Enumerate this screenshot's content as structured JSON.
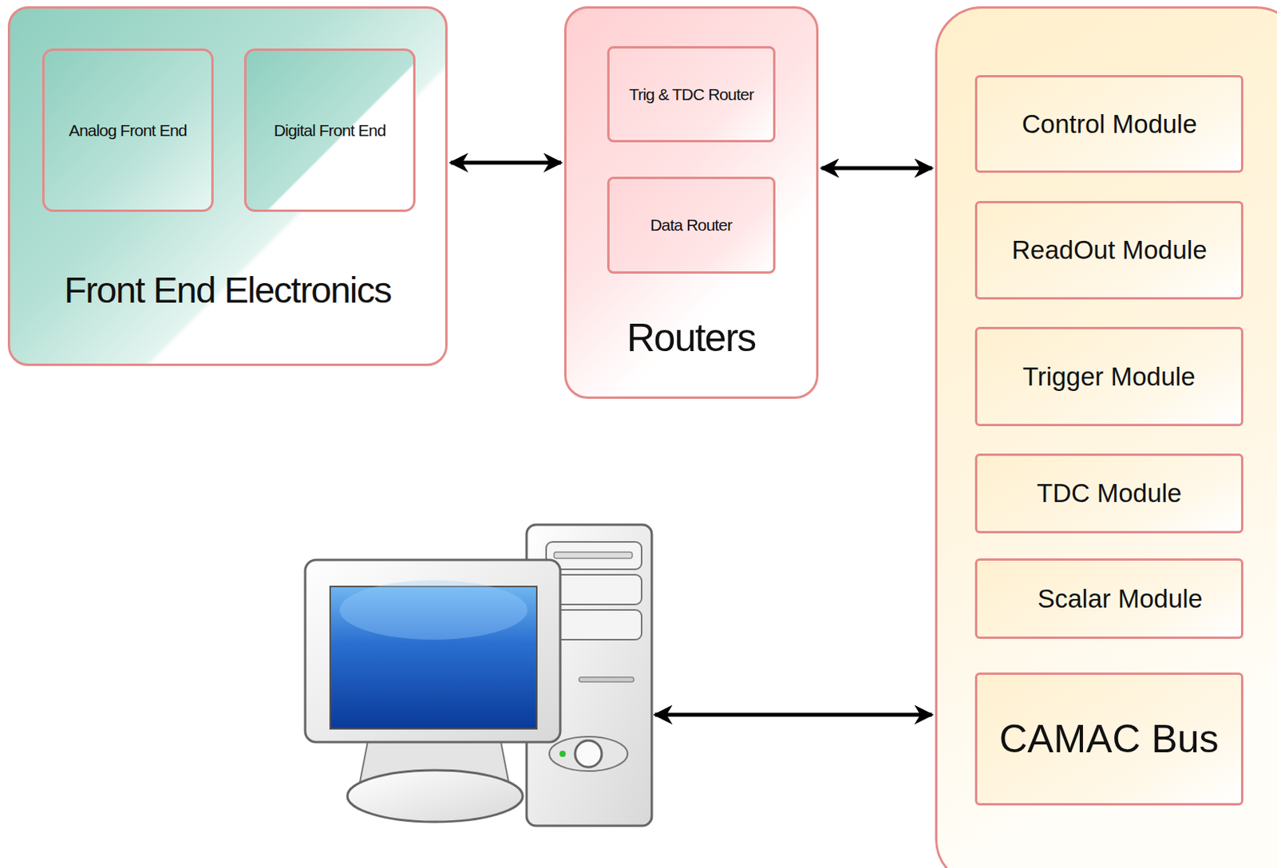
{
  "diagram": {
    "nodes": [
      {
        "text": [
          "Front End Electronics"
        ]
      },
      {
        "text": [
          "Analog Front End"
        ],
        "in": 0
      },
      {
        "text": [
          "Digital Front End"
        ],
        "in": 0
      },
      {
        "text": [
          "Routers"
        ]
      },
      {
        "text": [
          "Trig & TDC Router"
        ],
        "in": 3
      },
      {
        "text": [
          "Data Router"
        ],
        "in": 3
      },
      {
        "text": []
      },
      {
        "text": [
          "Control Module"
        ],
        "in": 6
      },
      {
        "text": [
          "ReadOut Module"
        ],
        "in": 6
      },
      {
        "text": [
          "Trigger Module"
        ],
        "in": 6
      },
      {
        "text": [
          "TDC Module"
        ],
        "in": 6
      },
      {
        "text": [
          "Scalar Module"
        ],
        "in": 6
      },
      {
        "text": [
          "CAMAC Bus"
        ],
        "in": 6
      },
      {
        "text": []
      }
    ],
    "edges": [
      {
        "from": 0,
        "to": 3,
        "arrow": "both"
      },
      {
        "from": 3,
        "to": 6,
        "arrow": "both"
      },
      {
        "from": 13,
        "to": 6,
        "arrow": "both"
      }
    ]
  }
}
